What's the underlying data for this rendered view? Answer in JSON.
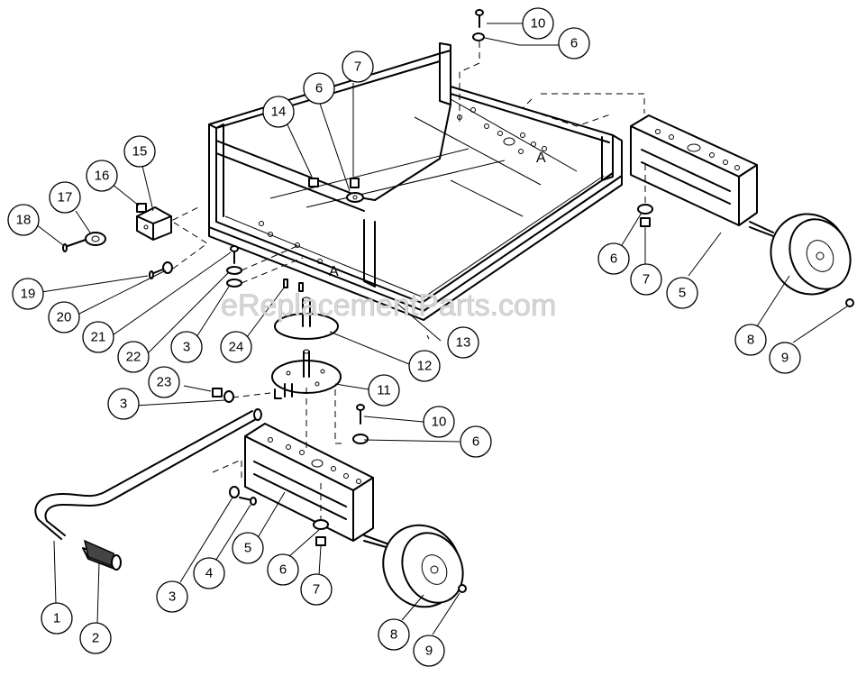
{
  "watermark": "eReplacementParts.com",
  "frame_markers": [
    "A",
    "A"
  ],
  "callouts": [
    "10",
    "6",
    "7",
    "6",
    "14",
    "15",
    "16",
    "17",
    "18",
    "19",
    "20",
    "21",
    "22",
    "3",
    "24",
    "23",
    "3",
    "12",
    "13",
    "11",
    "10",
    "6",
    "6",
    "7",
    "5",
    "8",
    "9",
    "5",
    "6",
    "7",
    "3",
    "4",
    "1",
    "2",
    "8",
    "9"
  ]
}
